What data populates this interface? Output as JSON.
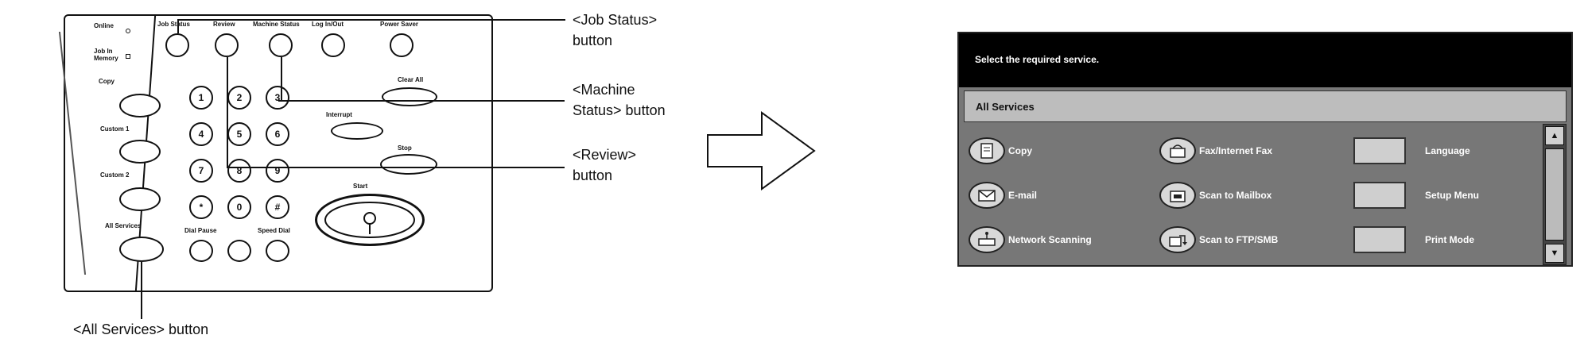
{
  "panel": {
    "top_labels": [
      "Job Status",
      "Review",
      "Machine Status",
      "Log In/Out",
      "Power Saver"
    ],
    "left_labels": {
      "online": "Online",
      "job_memory": "Job In Memory",
      "copy": "Copy",
      "custom1": "Custom 1",
      "custom2": "Custom 2",
      "all_services": "All Services"
    },
    "keypad": [
      "1",
      "2",
      "3",
      "4",
      "5",
      "6",
      "7",
      "8",
      "9",
      "*",
      "0",
      "#"
    ],
    "right_labels": {
      "clear_all": "Clear All",
      "interrupt": "Interrupt",
      "stop": "Stop",
      "start": "Start",
      "dial_pause": "Dial Pause",
      "speed_dial": "Speed Dial"
    }
  },
  "callouts": {
    "job_status": [
      "<Job Status>",
      "button"
    ],
    "machine_status": [
      "<Machine",
      "Status> button"
    ],
    "review": [
      "<Review>",
      "button"
    ],
    "all_services": "<All Services> button"
  },
  "screen": {
    "message": "Select the required service.",
    "title": "All Services",
    "services": [
      {
        "label": "Copy",
        "icon": "copy-icon"
      },
      {
        "label": "Fax/Internet Fax",
        "icon": "fax-icon"
      },
      {
        "label": "Language",
        "icon": "blank-button"
      },
      {
        "label": "E-mail",
        "icon": "email-icon"
      },
      {
        "label": "Scan to Mailbox",
        "icon": "mailbox-icon"
      },
      {
        "label": "Setup Menu",
        "icon": "blank-button"
      },
      {
        "label": "Network Scanning",
        "icon": "network-scan-icon"
      },
      {
        "label": "Scan to FTP/SMB",
        "icon": "ftp-icon"
      },
      {
        "label": "Print Mode",
        "icon": "blank-button"
      }
    ]
  }
}
